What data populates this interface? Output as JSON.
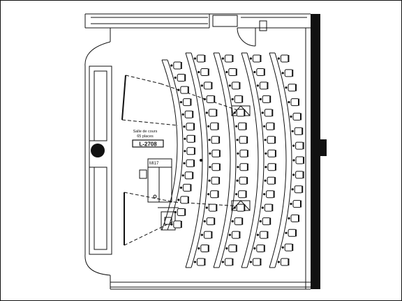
{
  "room": {
    "name": "Salle de cours",
    "capacity": "65 places",
    "number": "L-2708"
  },
  "equipment": {
    "label": "MI17"
  },
  "seating": {
    "rows": 5,
    "seats_per_row": [
      14,
      16,
      16,
      16,
      15
    ]
  },
  "colors": {
    "line": "#111111",
    "paper": "#ffffff",
    "wall_dark": "#111111"
  }
}
